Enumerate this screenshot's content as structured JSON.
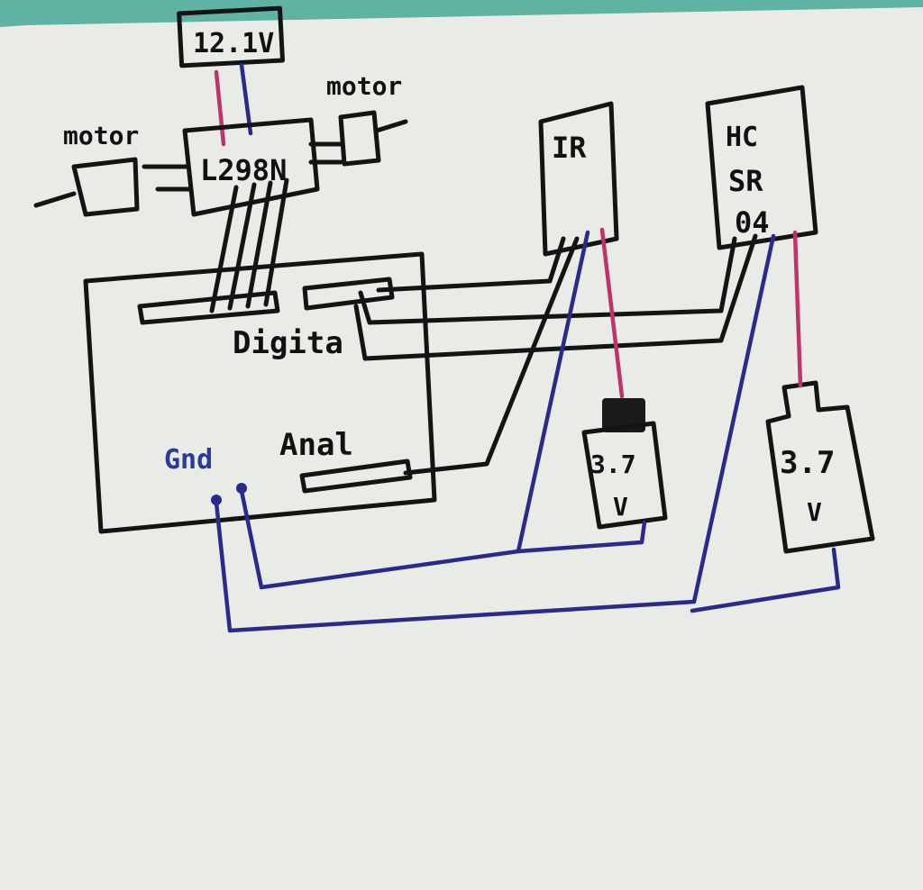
{
  "diagram": {
    "power_supply": {
      "label": "12.1V"
    },
    "driver": {
      "label": "L298N"
    },
    "motor_left": {
      "label": "motor"
    },
    "motor_right": {
      "label": "motor"
    },
    "ir_sensor": {
      "label": "IR"
    },
    "ultrasonic_sensor": {
      "label_line1": "HC",
      "label_line2": "SR",
      "label_line3": "04"
    },
    "board": {
      "digital_label": "Digita",
      "analog_label": "Anal",
      "gnd_label": "Gnd"
    },
    "battery_ir": {
      "label_value": "3.7",
      "label_unit": "V"
    },
    "battery_hc": {
      "label_value": "3.7",
      "label_unit": "V"
    },
    "colors": {
      "paper": "#e9ebe6",
      "ink": "#141414",
      "ground_wire": "#2a2a8c",
      "power_wire": "#c0336a",
      "background_cloth": "#5fb3a3"
    }
  }
}
